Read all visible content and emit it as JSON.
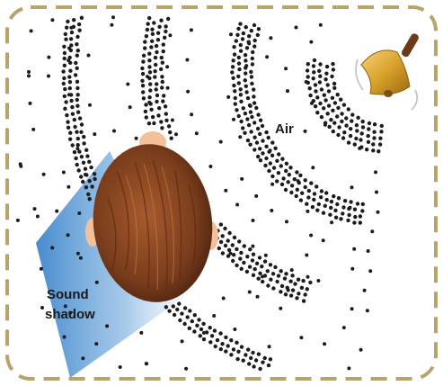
{
  "labels": {
    "air": "Air",
    "sound_shadow_line1": "Sound",
    "sound_shadow_line2": "shadow"
  },
  "colors": {
    "border": "#b8a46a",
    "dots": "#1c1c1c",
    "shadow": "#4a90d0",
    "hair": "#7a3d1c",
    "skin": "#f2c19a",
    "bell": "#d9a22a"
  },
  "icons": [
    "bell-icon",
    "head-icon"
  ]
}
